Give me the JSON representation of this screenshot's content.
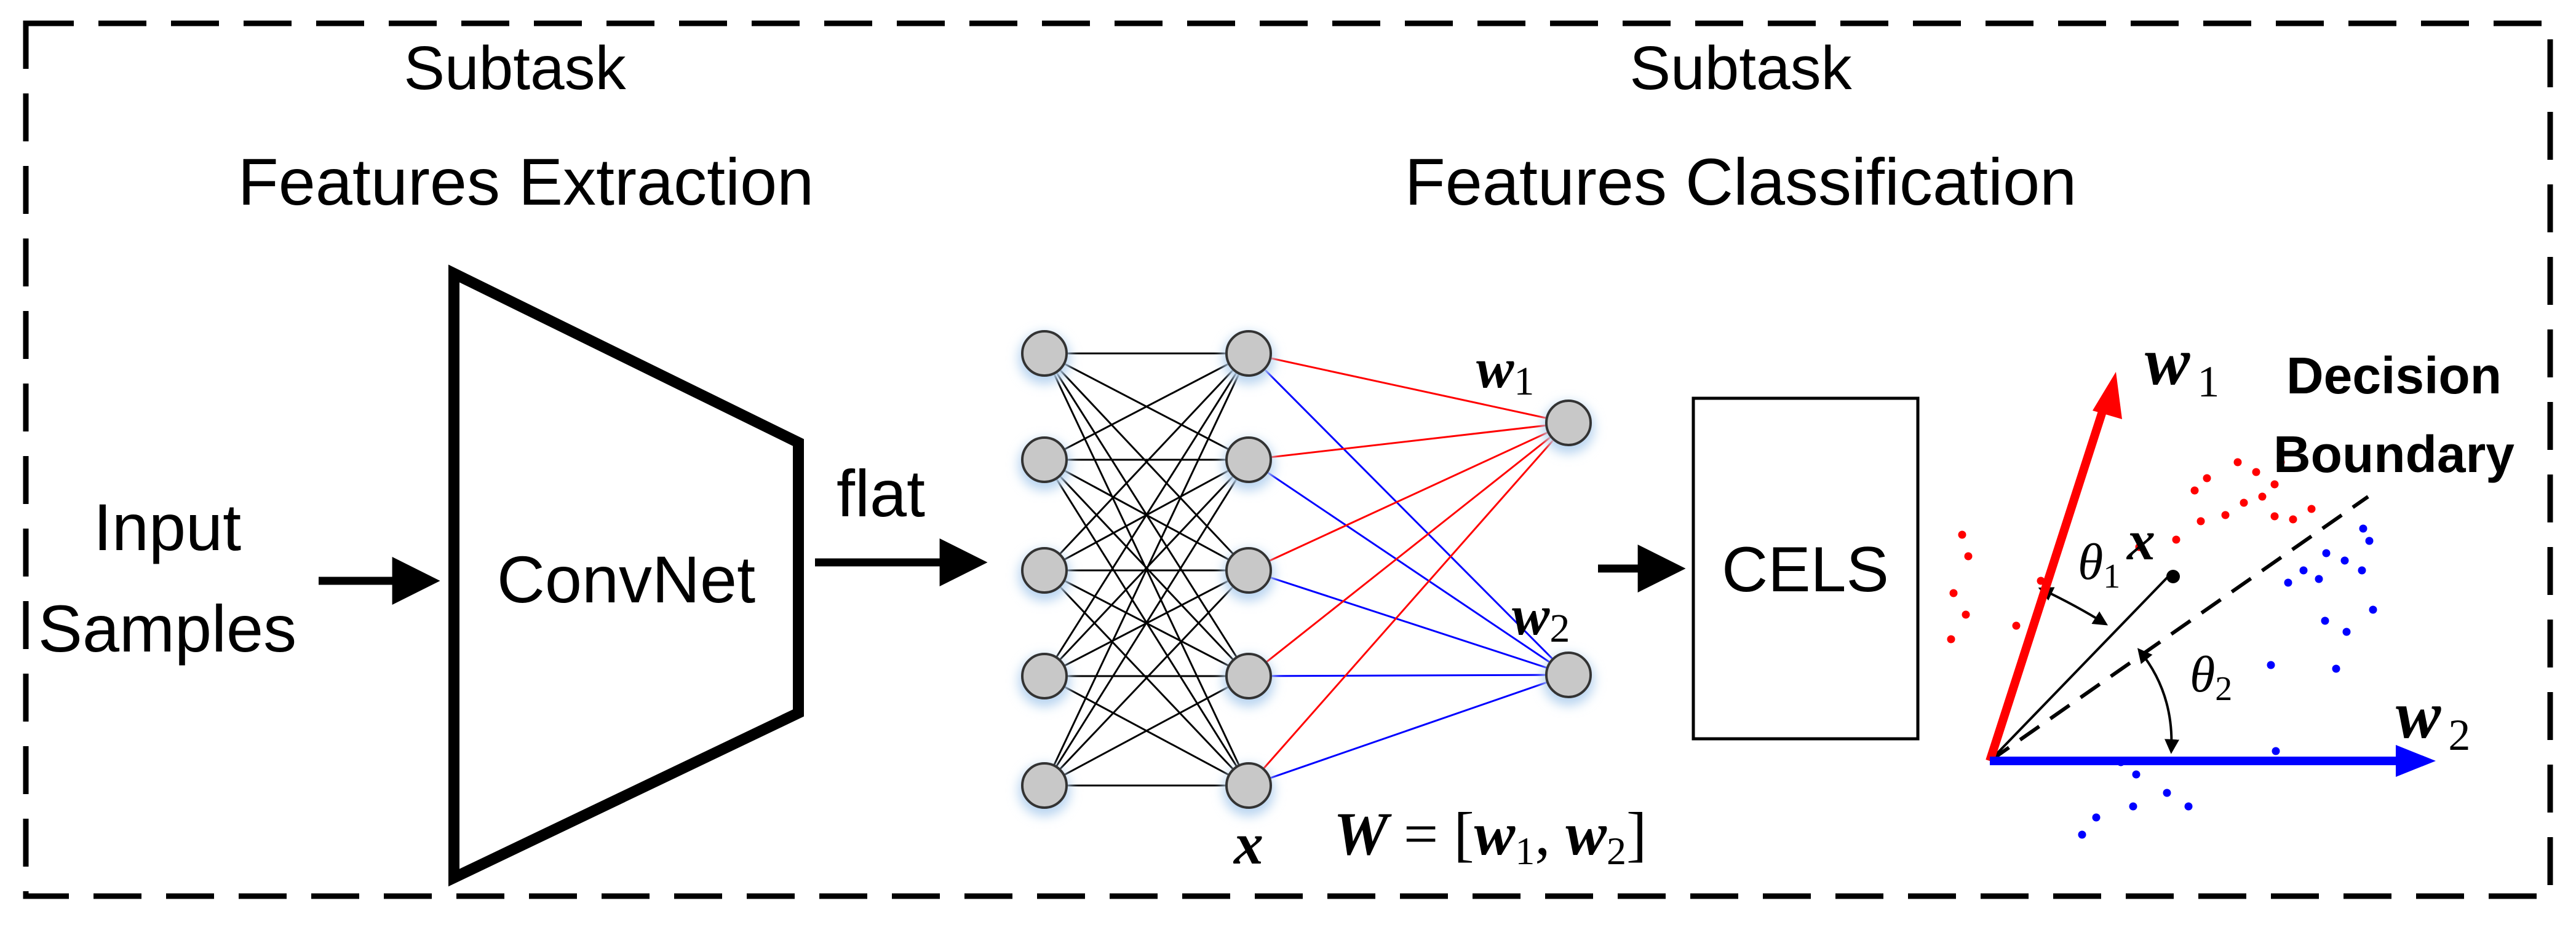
{
  "headings": {
    "left_subtask": "Subtask",
    "left_title": "Features Extraction",
    "right_subtask": "Subtask",
    "right_title": "Features Classification"
  },
  "input_label_line1": "Input",
  "input_label_line2": "Samples",
  "convnet_label": "ConvNet",
  "flat_label": "flat",
  "cels_label": "CELS",
  "network": {
    "w1_label": "w",
    "w1_sub": "1",
    "w2_label": "w",
    "w2_sub": "2",
    "x_label": "x"
  },
  "formula": {
    "lhs": "W",
    "eq": " = [",
    "w1": "w",
    "sub1": "1",
    "comma": ", ",
    "w2": "w",
    "sub2": "2",
    "close": "]"
  },
  "geometry_panel": {
    "w1_vec": "w",
    "w1_sub": "1",
    "w2_vec": "w",
    "w2_sub": "2",
    "x_point": "x",
    "theta1": "θ",
    "theta1_sub": "1",
    "theta2": "θ",
    "theta2_sub": "2",
    "boundary_line1": "Decision",
    "boundary_line2": "Boundary"
  },
  "colors": {
    "red": "#ff0000",
    "blue": "#0000ff",
    "node_fill": "#c8c8c8",
    "node_glow": "#b8d4f0",
    "black": "#000000"
  }
}
